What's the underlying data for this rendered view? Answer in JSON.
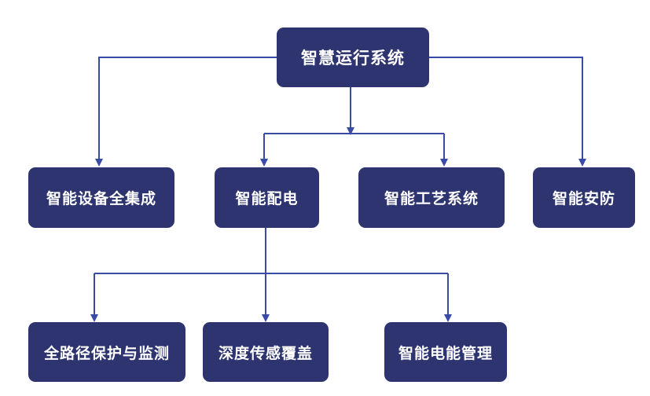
{
  "diagram": {
    "root": "智慧运行系统",
    "level1": [
      "智能设备全集成",
      "智能配电",
      "智能工艺系统",
      "智能安防"
    ],
    "level2": [
      "全路径保护与监测",
      "深度传感覆盖",
      "智能电能管理"
    ]
  },
  "colors": {
    "node_fill": "#2e3470",
    "node_text": "#ffffff",
    "connector": "#3a4aa8"
  }
}
